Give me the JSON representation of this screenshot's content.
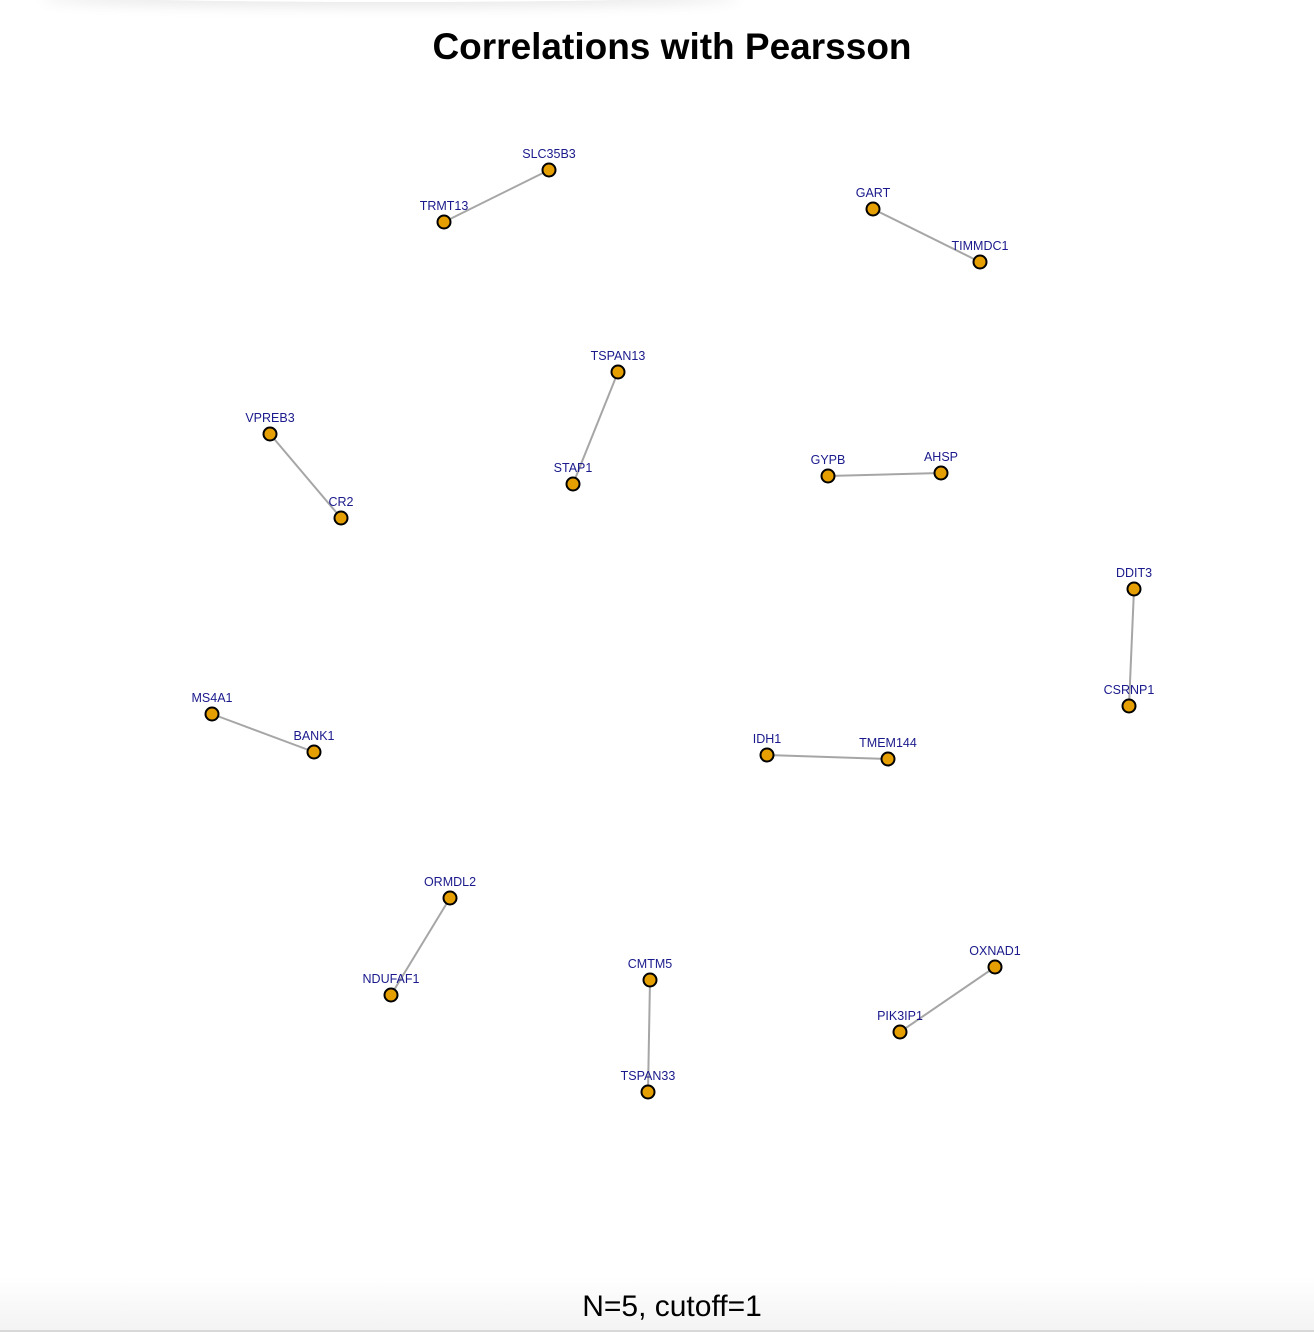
{
  "title": "Correlations with Pearsson",
  "caption": "N=5, cutoff=1",
  "colors": {
    "node_fill": "#e69f00",
    "node_stroke": "#000000",
    "edge": "#a6a6a6",
    "label": "#1a1a8c"
  },
  "network": {
    "nodes": [
      {
        "id": "SLC35B3",
        "label": "SLC35B3"
      },
      {
        "id": "TRMT13",
        "label": "TRMT13"
      },
      {
        "id": "GART",
        "label": "GART"
      },
      {
        "id": "TIMMDC1",
        "label": "TIMMDC1"
      },
      {
        "id": "TSPAN13",
        "label": "TSPAN13"
      },
      {
        "id": "STAP1",
        "label": "STAP1"
      },
      {
        "id": "VPREB3",
        "label": "VPREB3"
      },
      {
        "id": "CR2",
        "label": "CR2"
      },
      {
        "id": "GYPB",
        "label": "GYPB"
      },
      {
        "id": "AHSP",
        "label": "AHSP"
      },
      {
        "id": "DDIT3",
        "label": "DDIT3"
      },
      {
        "id": "CSRNP1",
        "label": "CSRNP1"
      },
      {
        "id": "MS4A1",
        "label": "MS4A1"
      },
      {
        "id": "BANK1",
        "label": "BANK1"
      },
      {
        "id": "IDH1",
        "label": "IDH1"
      },
      {
        "id": "TMEM144",
        "label": "TMEM144"
      },
      {
        "id": "ORMDL2",
        "label": "ORMDL2"
      },
      {
        "id": "NDUFAF1",
        "label": "NDUFAF1"
      },
      {
        "id": "CMTM5",
        "label": "CMTM5"
      },
      {
        "id": "TSPAN33",
        "label": "TSPAN33"
      },
      {
        "id": "OXNAD1",
        "label": "OXNAD1"
      },
      {
        "id": "PIK3IP1",
        "label": "PIK3IP1"
      }
    ],
    "edges": [
      {
        "source": "TRMT13",
        "target": "SLC35B3"
      },
      {
        "source": "GART",
        "target": "TIMMDC1"
      },
      {
        "source": "TSPAN13",
        "target": "STAP1"
      },
      {
        "source": "VPREB3",
        "target": "CR2"
      },
      {
        "source": "GYPB",
        "target": "AHSP"
      },
      {
        "source": "DDIT3",
        "target": "CSRNP1"
      },
      {
        "source": "MS4A1",
        "target": "BANK1"
      },
      {
        "source": "IDH1",
        "target": "TMEM144"
      },
      {
        "source": "ORMDL2",
        "target": "NDUFAF1"
      },
      {
        "source": "CMTM5",
        "target": "TSPAN33"
      },
      {
        "source": "OXNAD1",
        "target": "PIK3IP1"
      }
    ]
  }
}
